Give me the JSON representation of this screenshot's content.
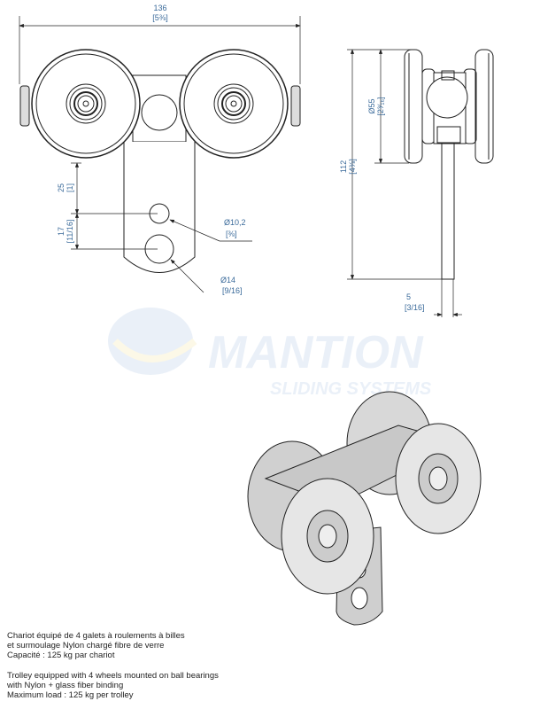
{
  "front_view": {
    "width_dim": "136",
    "width_dim_in": "[5⅜]",
    "dim_25": "25",
    "dim_25_in": "[1]",
    "dim_17": "17",
    "dim_17_in": "[11/16]",
    "hole_small": "Ø10,2",
    "hole_small_in": "[⅜]",
    "hole_large": "Ø14",
    "hole_large_in": "[9/16]"
  },
  "side_view": {
    "height_dim": "112",
    "height_dim_in": "[4⅜]",
    "wheel_dim": "Ø55",
    "wheel_dim_in": "[2³⁄₁₆]",
    "plate_dim": "5",
    "plate_dim_in": "[3/16]"
  },
  "watermark": {
    "brand": "MANTION",
    "tagline": "SLIDING SYSTEMS"
  },
  "description": {
    "fr": [
      "Chariot équipé de 4 galets à roulements à billes",
      "et surmoulage Nylon chargé fibre de verre",
      "Capacité : 125 kg par chariot"
    ],
    "en": [
      "Trolley equipped with 4 wheels mounted on ball bearings",
      "with Nylon + glass fiber binding",
      "Maximum load : 125 kg per trolley"
    ]
  }
}
